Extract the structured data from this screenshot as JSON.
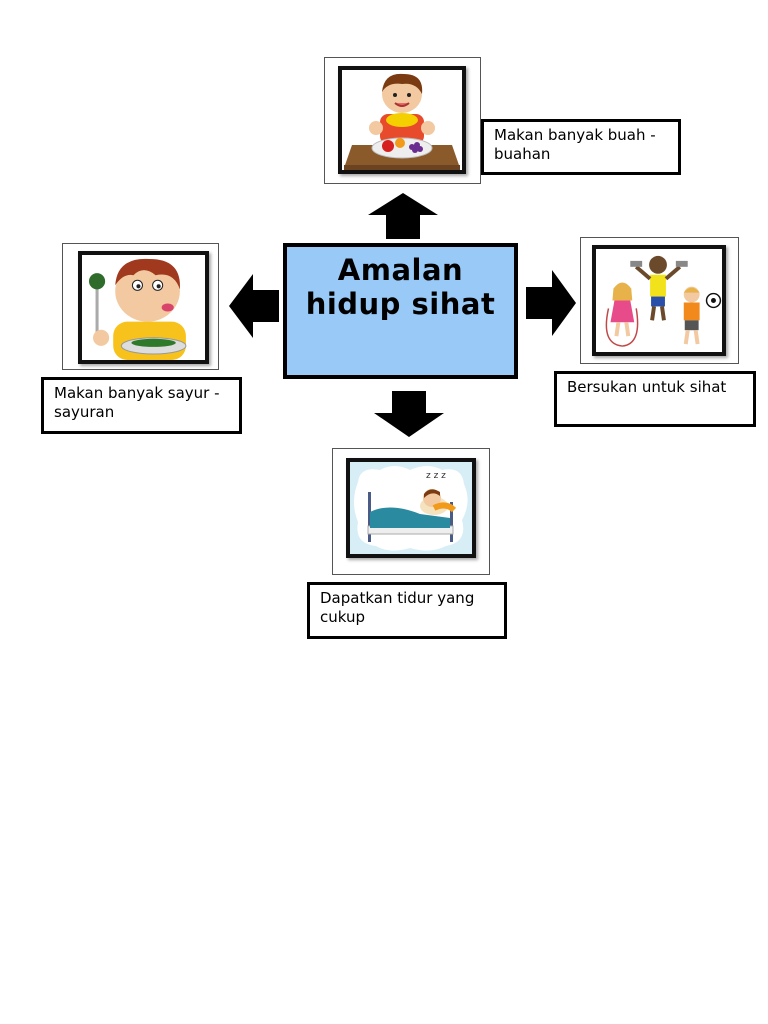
{
  "diagram": {
    "center_title": "Amalan hidup sihat",
    "nodes": [
      {
        "id": "top",
        "label": "Makan banyak buah -\nbuahan",
        "icon": "eating-fruit-icon"
      },
      {
        "id": "left",
        "label": "Makan banyak sayur -\nsayuran",
        "icon": "eating-vegetables-icon"
      },
      {
        "id": "right",
        "label": "Bersukan untuk sihat",
        "icon": "exercise-kids-icon"
      },
      {
        "id": "bottom",
        "label": "Dapatkan tidur yang\ncukup",
        "icon": "sleeping-child-icon"
      }
    ]
  },
  "colors": {
    "center_fill": "#99c9f7",
    "border": "#000000",
    "arrow": "#000000"
  }
}
